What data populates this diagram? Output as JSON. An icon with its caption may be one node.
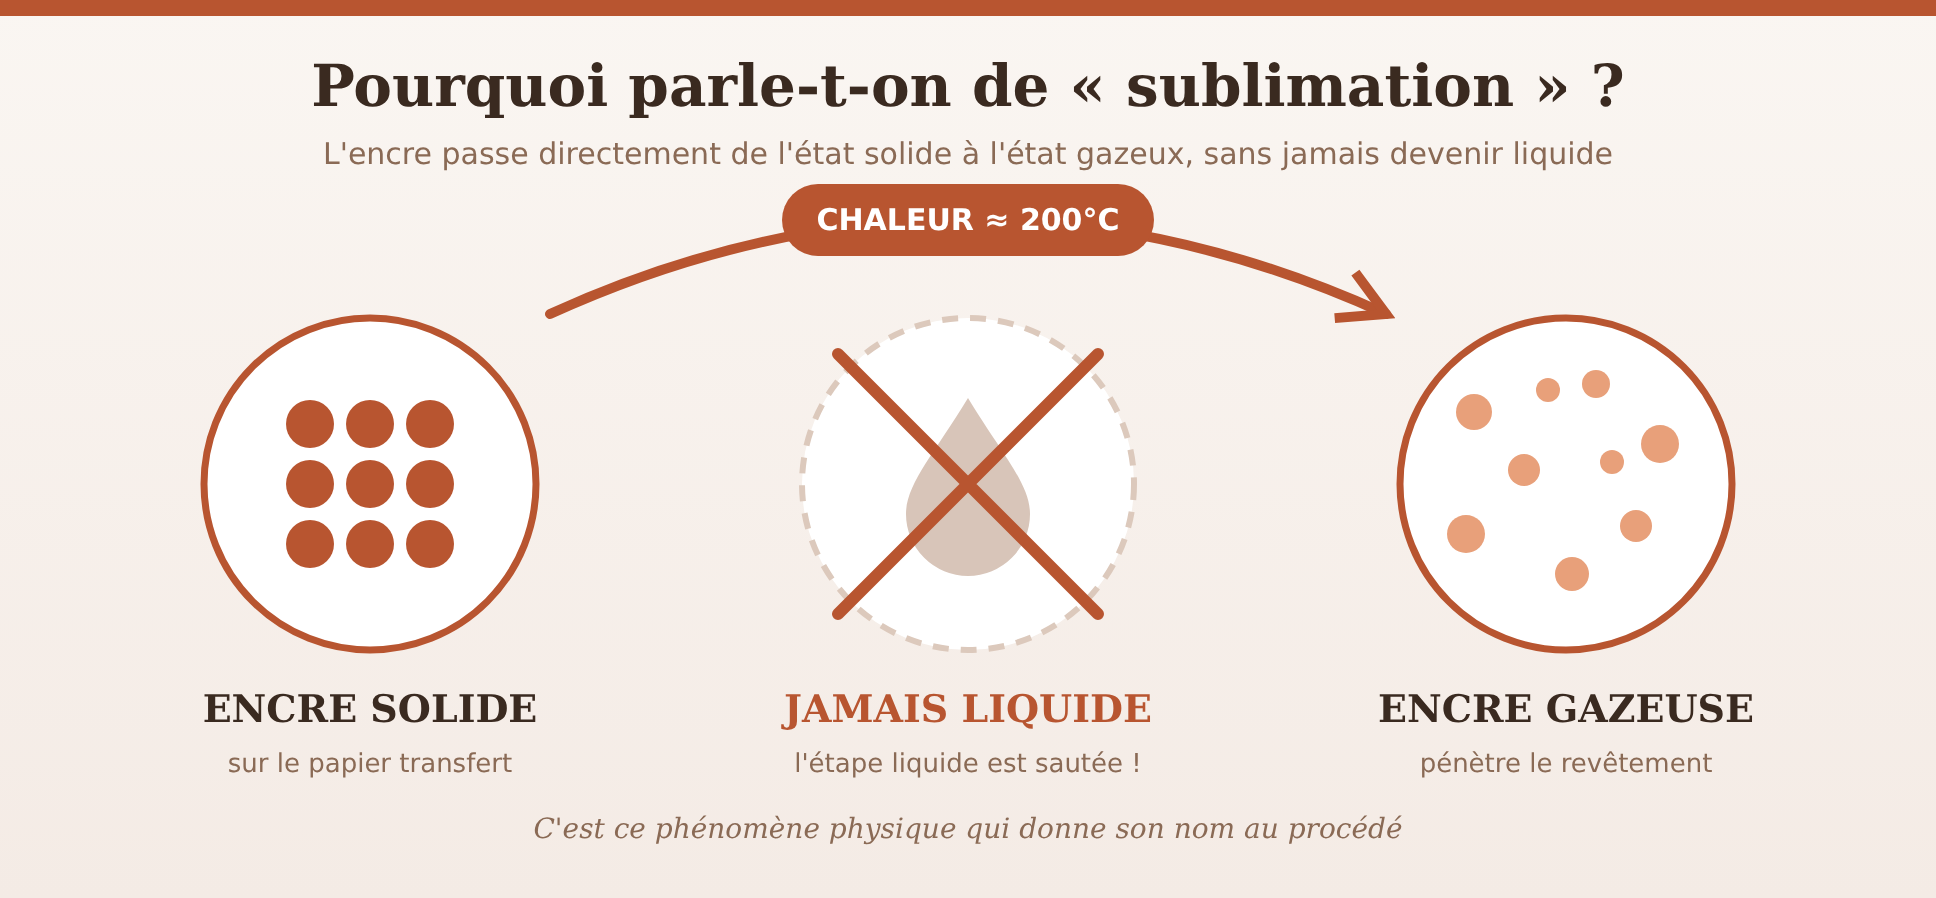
{
  "diagram": {
    "title": "Pourquoi parle-t-on de « sublimation » ?",
    "caption": "C'est ce phénomène physique qui donne son nom au procédé",
    "nodes": [
      {
        "text": [
          "ENCRE SOLIDE",
          "sur le papier transfert"
        ]
      },
      {
        "text": [
          "JAMAIS LIQUIDE",
          "l'étape liquide est sautée !"
        ]
      },
      {
        "text": [
          "ENCRE GAZEUSE",
          "pénètre le revêtement"
        ]
      }
    ],
    "edges": [
      {
        "from": 0,
        "to": 2,
        "arrow": "to",
        "label": "CHALEUR ≈ 200°C"
      }
    ],
    "labels": [
      "L'encre passe directement de l'état solide à l'état gazeux, sans jamais devenir liquide"
    ]
  }
}
